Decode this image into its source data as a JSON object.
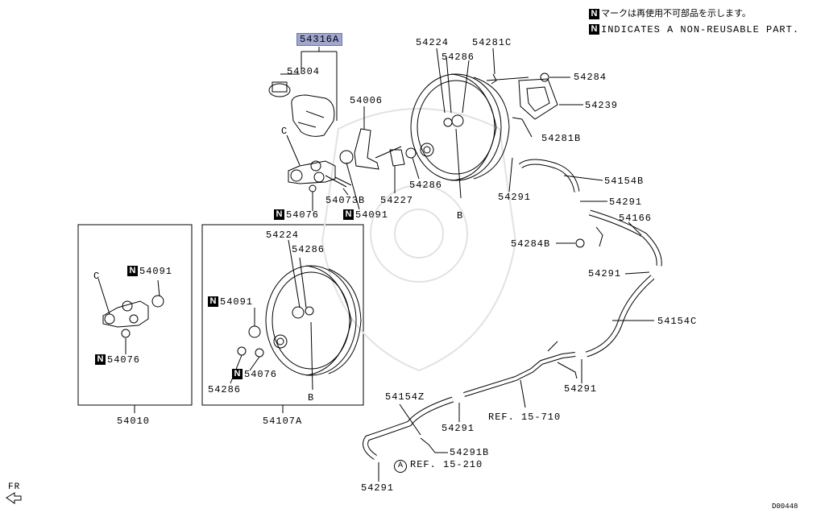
{
  "legend": {
    "badge": "N",
    "jp": "マークは再使用不可部品を示します。",
    "en": "INDICATES A NON-REUSABLE PART."
  },
  "callouts": {
    "p54316A": "54316A",
    "p54304": "54304",
    "p54006": "54006",
    "pC1": "C",
    "p54073B": "54073B",
    "p54227": "54227",
    "p54076a": "54076",
    "p54091a": "54091",
    "p54224a": "54224",
    "p54281C": "54281C",
    "p54286a": "54286",
    "p54284": "54284",
    "p54239": "54239",
    "p54281B": "54281B",
    "p54286b": "54286",
    "pB1": "B",
    "p54291a": "54291",
    "p54154B": "54154B",
    "p54291b": "54291",
    "p54166": "54166",
    "p54284B": "54284B",
    "p54291c": "54291",
    "p54154C": "54154C",
    "p54291d": "54291",
    "p54154Z": "54154Z",
    "p54291e": "54291",
    "ref15710": "REF. 15-710",
    "p54291B": "54291B",
    "refA": "A",
    "ref15210": "REF. 15-210",
    "p54291f": "54291",
    "pC2": "C",
    "p54091b": "54091",
    "p54076b": "54076",
    "p54010": "54010",
    "p54224b": "54224",
    "p54286c": "54286",
    "p54091c": "54091",
    "p54076c": "54076",
    "p54286d": "54286",
    "pB2": "B",
    "p54107A": "54107A"
  },
  "footer": {
    "fr": "FR",
    "code": "D00448"
  }
}
